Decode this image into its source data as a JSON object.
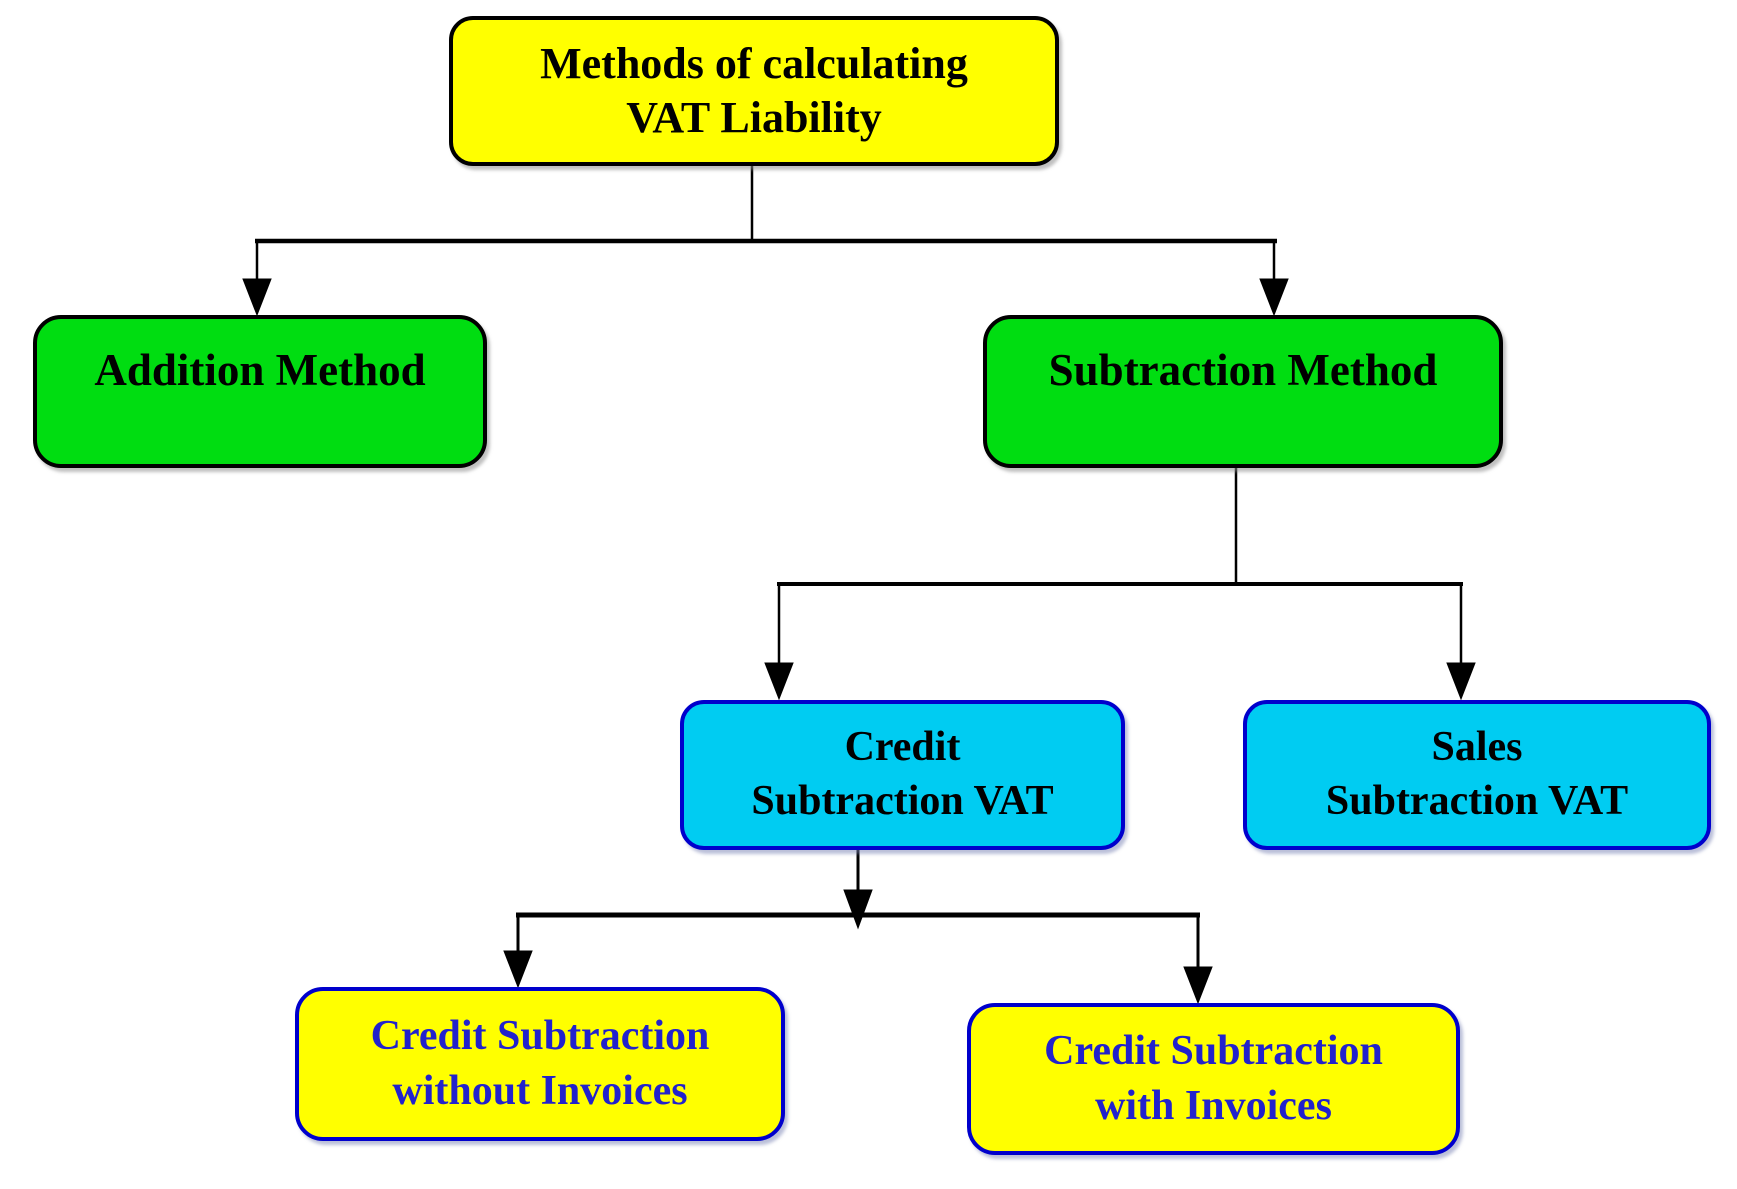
{
  "diagram": {
    "title": "Methods of calculating VAT Liability",
    "type": "flowchart-tree"
  },
  "colors": {
    "canvas_bg": "#FFFFFF",
    "root_fill": "#FFFF00",
    "root_border": "#000000",
    "root_text": "#000000",
    "method_fill": "#00DD11",
    "method_border": "#000000",
    "method_text": "#000000",
    "vat_fill": "#00CCF2",
    "vat_border": "#0000CC",
    "vat_text": "#000000",
    "leaf_fill": "#FFFF00",
    "leaf_border": "#0000CC",
    "leaf_text": "#2222CC",
    "connector": "#000000"
  },
  "nodes": {
    "root": {
      "lines": [
        "Methods of calculating",
        "VAT Liability"
      ]
    },
    "addition": {
      "lines": [
        "Addition Method"
      ]
    },
    "subtraction": {
      "lines": [
        "Subtraction Method"
      ]
    },
    "credit_subtraction_vat": {
      "lines": [
        "Credit",
        "Subtraction VAT"
      ]
    },
    "sales_subtraction_vat": {
      "lines": [
        "Sales",
        "Subtraction VAT"
      ]
    },
    "credit_without_invoices": {
      "lines": [
        "Credit Subtraction",
        "without Invoices"
      ]
    },
    "credit_with_invoices": {
      "lines": [
        "Credit Subtraction",
        "with Invoices"
      ]
    }
  },
  "edges": [
    {
      "from": "root",
      "to": "addition"
    },
    {
      "from": "root",
      "to": "subtraction"
    },
    {
      "from": "subtraction",
      "to": "credit_subtraction_vat"
    },
    {
      "from": "subtraction",
      "to": "sales_subtraction_vat"
    },
    {
      "from": "credit_subtraction_vat",
      "to": "credit_without_invoices"
    },
    {
      "from": "credit_subtraction_vat",
      "to": "credit_with_invoices"
    }
  ]
}
